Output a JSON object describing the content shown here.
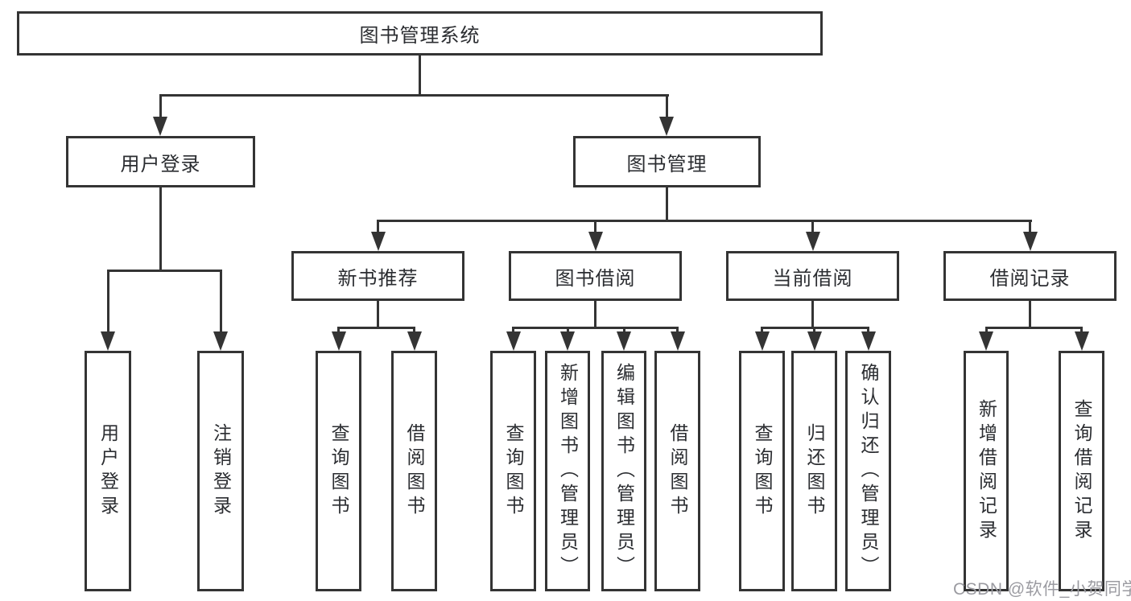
{
  "title": "图书管理系统",
  "tree": {
    "label": "图书管理系统",
    "children": [
      {
        "label": "用户登录",
        "children": [
          {
            "label": "用户登录"
          },
          {
            "label": "注销登录"
          }
        ]
      },
      {
        "label": "图书管理",
        "children": [
          {
            "label": "新书推荐",
            "children": [
              {
                "label": "查询图书"
              },
              {
                "label": "借阅图书"
              }
            ]
          },
          {
            "label": "图书借阅",
            "children": [
              {
                "label": "查询图书"
              },
              {
                "label": "新增图书（管理员）"
              },
              {
                "label": "编辑图书（管理员）"
              },
              {
                "label": "借阅图书"
              }
            ]
          },
          {
            "label": "当前借阅",
            "children": [
              {
                "label": "查询图书"
              },
              {
                "label": "归还图书"
              },
              {
                "label": "确认归还（管理员）"
              }
            ]
          },
          {
            "label": "借阅记录",
            "children": [
              {
                "label": "新增借阅记录"
              },
              {
                "label": "查询借阅记录"
              }
            ]
          }
        ]
      }
    ]
  },
  "watermark": "CSDN @软件_小贺同学",
  "colors": {
    "line": "#343434",
    "text": "#2b2d31",
    "watermark": "#9b9ba1",
    "background": "#ffffff"
  }
}
